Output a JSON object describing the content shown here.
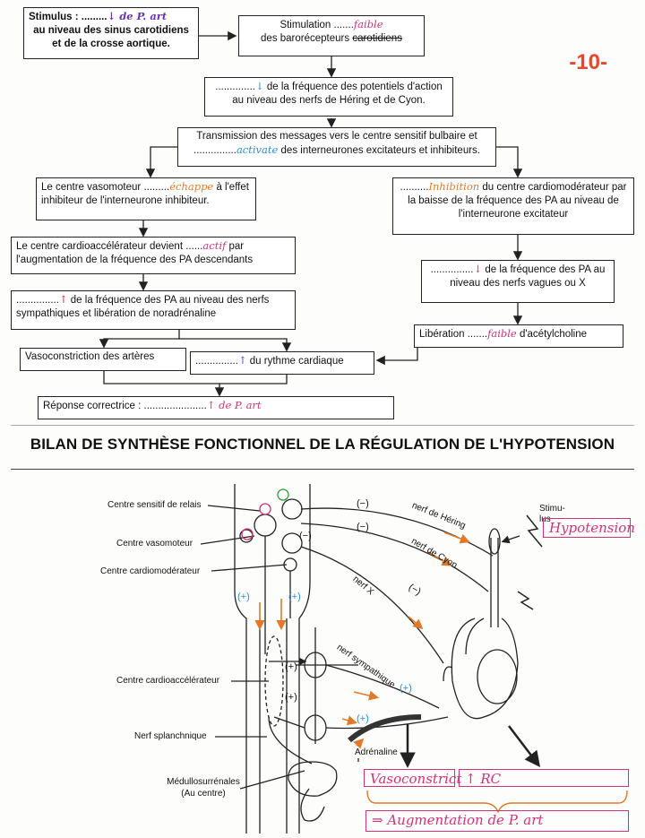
{
  "page_number": "-10-",
  "flow": {
    "stimulus": {
      "label": "Stimulus :",
      "hand": "↓ de P. art",
      "dots": ".........",
      "rest": "au niveau des sinus carotidiens et de la crosse aortique."
    },
    "stimulation": {
      "pre": "Stimulation",
      "hand": "faible",
      "dots": ".......",
      "rest": "des barorécepteurs",
      "struck": "carotidiens"
    },
    "freq_potentials": {
      "hand": "↓",
      "dots": "..............",
      "rest": "de la fréquence des potentiels d'action au niveau des nerfs de Héring et de Cyon."
    },
    "transmission": {
      "line1": "Transmission des messages vers le centre sensitif bulbaire et",
      "hand": "activate",
      "dots": "...............",
      "line2": "des interneurones excitateurs et inhibiteurs."
    },
    "vasomoteur": {
      "pre": "Le centre vasomoteur",
      "hand": "échappe",
      "dots": ".........",
      "rest": "à l'effet inhibiteur de l'interneurone inhibiteur."
    },
    "cardiomoderateur": {
      "hand": "Inhibition",
      "dots": "..........",
      "rest": "du centre cardiomodérateur par la baisse de la fréquence des PA au niveau de l'interneurone excitateur"
    },
    "cardioaccelerateur": {
      "pre": "Le centre cardioaccélérateur devient",
      "hand": "actif",
      "dots": "......",
      "rest": "par l'augmentation de la fréquence des PA descendants"
    },
    "freq_vagues": {
      "hand": "↓",
      "dots": "...............",
      "rest": "de la fréquence des PA au niveau des nerfs vagues ou X"
    },
    "sympathiques": {
      "hand": "↑",
      "dots": "...............",
      "rest": "de la fréquence des PA au niveau des nerfs sympathiques et libération de noradrénaline"
    },
    "liberation": {
      "pre": "Libération",
      "hand": "faible",
      "dots": ".......",
      "rest": "d'acétylcholine"
    },
    "vasoconstriction": {
      "text": "Vasoconstriction des artères"
    },
    "rythme": {
      "hand": "↑",
      "dots": "...............",
      "rest": "du rythme cardiaque"
    },
    "reponse": {
      "pre": "Réponse correctrice :",
      "hand": "↑ de P. art",
      "dots": "......................"
    }
  },
  "title": "BILAN DE SYNTHÈSE FONCTIONNEL DE LA RÉGULATION DE L'HYPOTENSION",
  "diagram": {
    "labels": {
      "centre_sensitif": "Centre sensitif de relais",
      "centre_vasomoteur": "Centre vasomoteur",
      "centre_cardiomoderateur": "Centre cardiomodérateur",
      "centre_cardioaccelerateur": "Centre cardioaccélérateur",
      "nerf_splanchnique": "Nerf splanchnique",
      "medullo": "Médullosurrénales",
      "medullo2": "(Au centre)",
      "adrenaline": "Adrénaline",
      "stimu": "Stimu-",
      "stimu2": "lus"
    },
    "nerves": {
      "hering": "nerf de Héring",
      "cyon": "nerf de Cyon",
      "x": "nerf X",
      "sympathique": "nerf sympathique"
    },
    "signs": {
      "minus": "(−)",
      "plus": "(+)"
    },
    "handwritten": {
      "stimulus": "Hypotension",
      "vasoconstriction": "Vasoconstrict",
      "rc": "↑ RC",
      "result": "⇒ Augmentation de P. art"
    }
  },
  "colors": {
    "pink": "#d0337a",
    "purple": "#6a35b0",
    "orange": "#e07a2a",
    "blue": "#2a8fd6",
    "red": "#e8472f"
  }
}
